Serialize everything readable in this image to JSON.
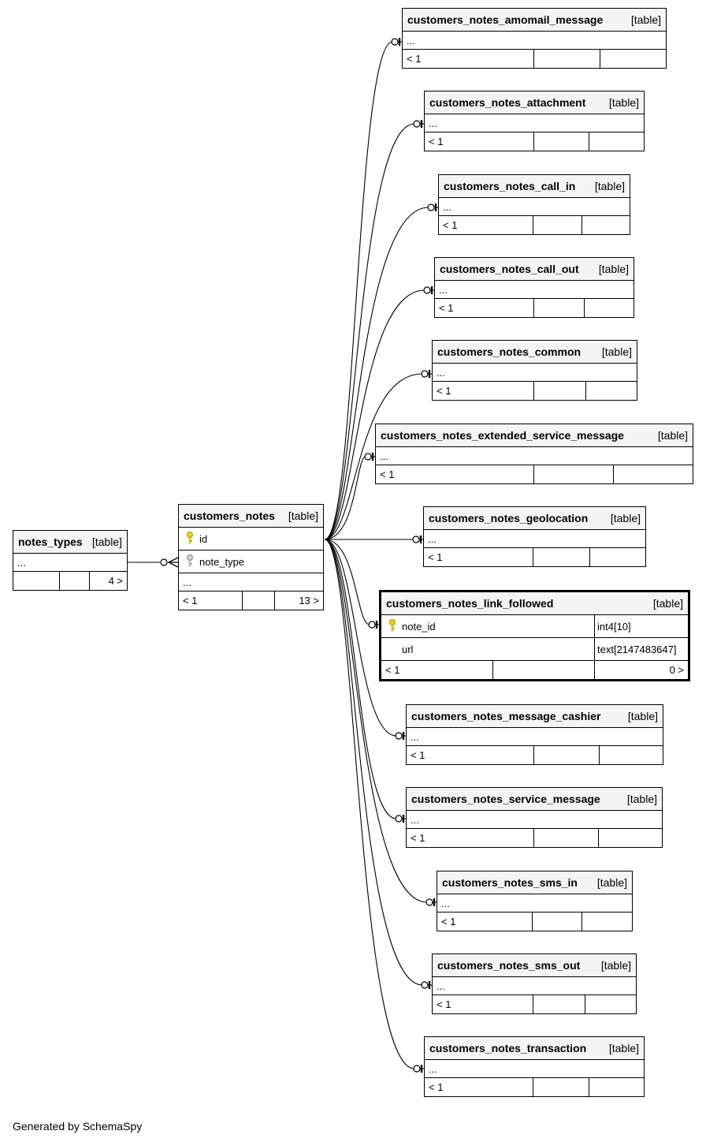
{
  "tag": "[table]",
  "ellipsis": "...",
  "footer_note": "Generated by SchemaSpy",
  "tables": {
    "notes_types": {
      "name": "notes_types",
      "footer": [
        "",
        "",
        "4 >"
      ]
    },
    "customers_notes": {
      "name": "customers_notes",
      "columns": [
        {
          "name": "id",
          "key": "primary-key"
        },
        {
          "name": "note_type",
          "key": "foreign-key"
        }
      ],
      "footer": [
        "< 1",
        "",
        "13 >"
      ]
    },
    "amomail_message": {
      "name": "customers_notes_amomail_message",
      "footer": [
        "< 1",
        "",
        ""
      ]
    },
    "attachment": {
      "name": "customers_notes_attachment",
      "footer": [
        "< 1",
        "",
        ""
      ]
    },
    "call_in": {
      "name": "customers_notes_call_in",
      "footer": [
        "< 1",
        "",
        ""
      ]
    },
    "call_out": {
      "name": "customers_notes_call_out",
      "footer": [
        "< 1",
        "",
        ""
      ]
    },
    "common": {
      "name": "customers_notes_common",
      "footer": [
        "< 1",
        "",
        ""
      ]
    },
    "extended_service_message": {
      "name": "customers_notes_extended_service_message",
      "footer": [
        "< 1",
        "",
        ""
      ]
    },
    "geolocation": {
      "name": "customers_notes_geolocation",
      "footer": [
        "< 1",
        "",
        ""
      ]
    },
    "link_followed": {
      "name": "customers_notes_link_followed",
      "columns": [
        {
          "name": "note_id",
          "type": "int4[10]",
          "key": "primary-key"
        },
        {
          "name": "url",
          "type": "text[2147483647]",
          "key": ""
        }
      ],
      "footer": [
        "< 1",
        "",
        "0 >"
      ]
    },
    "message_cashier": {
      "name": "customers_notes_message_cashier",
      "footer": [
        "< 1",
        "",
        ""
      ]
    },
    "service_message": {
      "name": "customers_notes_service_message",
      "footer": [
        "< 1",
        "",
        ""
      ]
    },
    "sms_in": {
      "name": "customers_notes_sms_in",
      "footer": [
        "< 1",
        "",
        ""
      ]
    },
    "sms_out": {
      "name": "customers_notes_sms_out",
      "footer": [
        "< 1",
        "",
        ""
      ]
    },
    "transaction": {
      "name": "customers_notes_transaction",
      "footer": [
        "< 1",
        "",
        ""
      ]
    }
  }
}
